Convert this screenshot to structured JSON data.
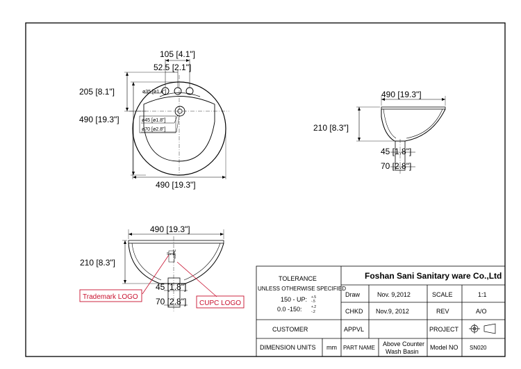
{
  "top_view": {
    "dim_holes_span": "105 [4.1\"]",
    "dim_hole_spacing": "52.5 [2.1\"]",
    "dim_hole_dia": "ø35 [ø1.4\"]",
    "dim_rear_to_hole": "205 [8.1\"]",
    "dim_depth": "490 [19.3\"]",
    "dim_drain_dia": "ø45 [ø1.8\"]",
    "dim_overflow_dia": "ø70 [ø2.8\"]",
    "dim_width": "490 [19.3\"]"
  },
  "side_view": {
    "dim_width": "490 [19.3\"]",
    "dim_height": "210 [8.3\"]",
    "dim_drain": "45 [1.8\"]",
    "dim_outlet": "70 [2.8\"]"
  },
  "logo_view": {
    "dim_width": "490 [19.3\"]",
    "dim_height": "210 [8.3\"]",
    "dim_drain": "45 [1.8\"]",
    "dim_outlet": "70 [2.8\"]",
    "trademark_callout": "Trademark LOGO",
    "cupc_callout": "CUPC LOGO",
    "mark_text": "Sani",
    "cupc_mark": "cUPC"
  },
  "title_block": {
    "tolerance": "TOLERANCE",
    "unless": "UNLESS OTHERWISE SPECIFIED",
    "tol_1_label": "150 - UP:",
    "tol_1_plus": "+.5",
    "tol_1_minus": "-.5",
    "tol_2_label": "0.0 -150:",
    "tol_2_plus": "+.2",
    "tol_2_minus": "-.2",
    "company": "Foshan Sani Sanitary ware Co.,Ltd",
    "draw_label": "Draw",
    "draw_date": "Nov. 9,2012",
    "scale_label": "SCALE",
    "scale_value": "1:1",
    "chkd_label": "CHKD",
    "chkd_date": "Nov.9, 2012",
    "rev_label": "REV",
    "rev_value": "A/O",
    "customer_label": "CUSTOMER",
    "appvl_label": "APPVL",
    "project_label": "PROJECT",
    "dim_units_label": "DIMENSION UNITS",
    "dim_units_value": "mm",
    "part_name_label": "PART NAME",
    "part_name_line1": "Above Counter",
    "part_name_line2": "Wash Basin",
    "model_no_label": "Model NO",
    "model_no_value": "SN020"
  },
  "colors": {
    "line": "#000000",
    "callout": "#c8102e"
  }
}
